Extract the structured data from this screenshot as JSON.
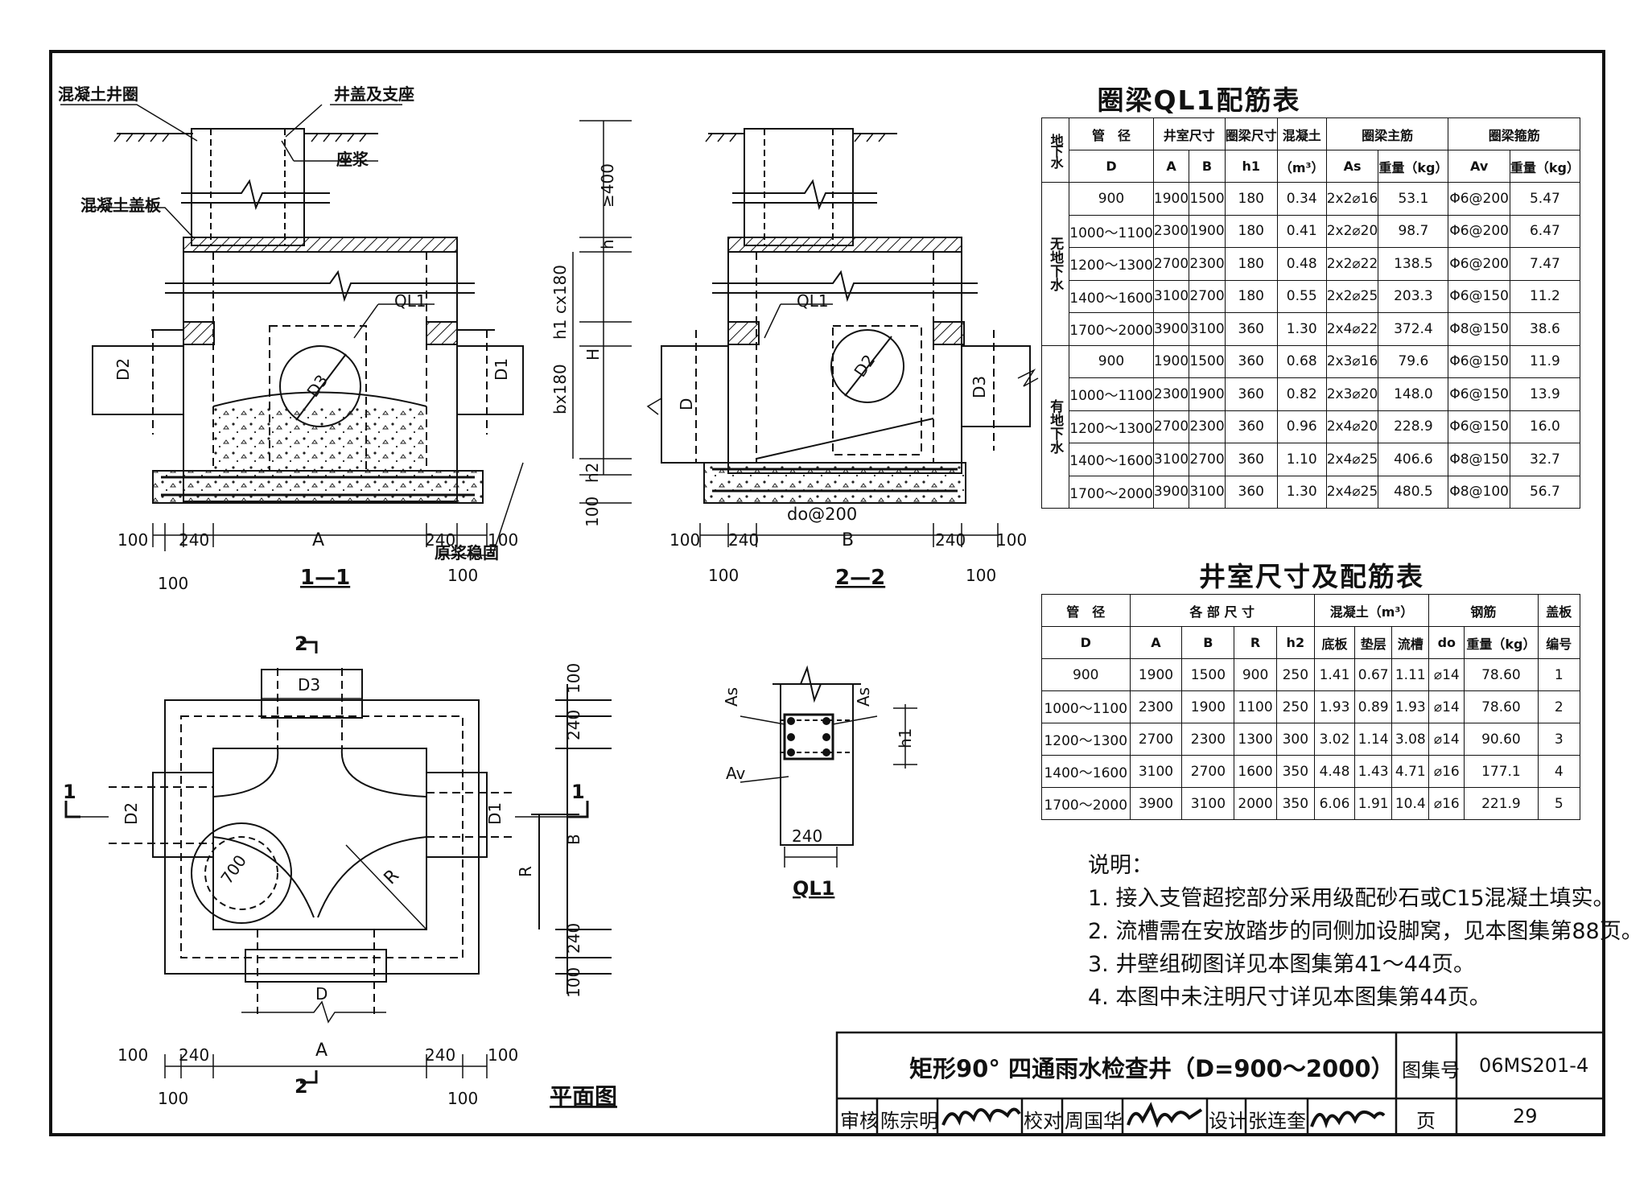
{
  "labels": {
    "well_ring": "混凝土井圈",
    "cover_and_seat": "井盖及支座",
    "mortar_seat": "座浆",
    "cover_slab": "混凝土盖板",
    "ring_beam": "QL1",
    "raw_mortar": "原浆稳固",
    "stirrup_mark": "do@200",
    "dim_gt400": "≥400",
    "dim_h": "h",
    "dim_cx180": "cx180",
    "dim_h1": "h1",
    "dim_H": "H",
    "dim_bx180": "bx180",
    "dim_h2": "h2",
    "dim_100": "100",
    "dim_240": "240",
    "dim_A": "A",
    "dim_B": "B",
    "dim_R": "R",
    "dim_700": "700",
    "D": "D",
    "D1": "D1",
    "D2": "D2",
    "D3": "D3",
    "As": "As",
    "Av": "Av",
    "section_1_1": "1—1",
    "section_2_2": "2—2",
    "sec_mark_1": "1",
    "sec_mark_2": "2",
    "plan_view": "平面图",
    "ql1_title": "QL1"
  },
  "table1": {
    "title": "圈梁QL1配筋表",
    "head1": [
      "地下水",
      "管　径",
      "井室尺寸",
      "圈梁尺寸",
      "混凝土",
      "圈梁主筋",
      "圈梁箍筋"
    ],
    "head2": [
      "D",
      "A",
      "B",
      "h1",
      "（m³）",
      "As",
      "重量（kg）",
      "Av",
      "重量（kg）"
    ],
    "groups": [
      "无地下水",
      "有地下水"
    ],
    "rows": [
      [
        "900",
        "1900",
        "1500",
        "180",
        "0.34",
        "2x2⌀16",
        "53.1",
        "Φ6@200",
        "5.47"
      ],
      [
        "1000～1100",
        "2300",
        "1900",
        "180",
        "0.41",
        "2x2⌀20",
        "98.7",
        "Φ6@200",
        "6.47"
      ],
      [
        "1200～1300",
        "2700",
        "2300",
        "180",
        "0.48",
        "2x2⌀22",
        "138.5",
        "Φ6@200",
        "7.47"
      ],
      [
        "1400～1600",
        "3100",
        "2700",
        "180",
        "0.55",
        "2x2⌀25",
        "203.3",
        "Φ6@150",
        "11.2"
      ],
      [
        "1700～2000",
        "3900",
        "3100",
        "360",
        "1.30",
        "2x4⌀22",
        "372.4",
        "Φ8@150",
        "38.6"
      ],
      [
        "900",
        "1900",
        "1500",
        "360",
        "0.68",
        "2x3⌀16",
        "79.6",
        "Φ6@150",
        "11.9"
      ],
      [
        "1000～1100",
        "2300",
        "1900",
        "360",
        "0.82",
        "2x3⌀20",
        "148.0",
        "Φ6@150",
        "13.9"
      ],
      [
        "1200～1300",
        "2700",
        "2300",
        "360",
        "0.96",
        "2x4⌀20",
        "228.9",
        "Φ6@150",
        "16.0"
      ],
      [
        "1400～1600",
        "3100",
        "2700",
        "360",
        "1.10",
        "2x4⌀25",
        "406.6",
        "Φ8@150",
        "32.7"
      ],
      [
        "1700～2000",
        "3900",
        "3100",
        "360",
        "1.30",
        "2x4⌀25",
        "480.5",
        "Φ8@100",
        "56.7"
      ]
    ]
  },
  "table2": {
    "title": "井室尺寸及配筋表",
    "head1": [
      "管　径",
      "各 部 尺 寸",
      "混凝土（m³）",
      "钢筋",
      "盖板"
    ],
    "head2": [
      "D",
      "A",
      "B",
      "R",
      "h2",
      "底板",
      "垫层",
      "流槽",
      "do",
      "重量（kg）",
      "编号"
    ],
    "rows": [
      [
        "900",
        "1900",
        "1500",
        "900",
        "250",
        "1.41",
        "0.67",
        "1.11",
        "⌀14",
        "78.60",
        "1"
      ],
      [
        "1000～1100",
        "2300",
        "1900",
        "1100",
        "250",
        "1.93",
        "0.89",
        "1.93",
        "⌀14",
        "78.60",
        "2"
      ],
      [
        "1200～1300",
        "2700",
        "2300",
        "1300",
        "300",
        "3.02",
        "1.14",
        "3.08",
        "⌀14",
        "90.60",
        "3"
      ],
      [
        "1400～1600",
        "3100",
        "2700",
        "1600",
        "350",
        "4.48",
        "1.43",
        "4.71",
        "⌀16",
        "177.1",
        "4"
      ],
      [
        "1700～2000",
        "3900",
        "3100",
        "2000",
        "350",
        "6.06",
        "1.91",
        "10.4",
        "⌀16",
        "221.9",
        "5"
      ]
    ]
  },
  "notes": {
    "title": "说明：",
    "items": [
      "1. 接入支管超挖部分采用级配砂石或C15混凝土填实。",
      "2. 流槽需在安放踏步的同侧加设脚窝，见本图集第88页。",
      "3. 井壁组砌图详见本图集第41～44页。",
      "4. 本图中未注明尺寸详见本图集第44页。"
    ]
  },
  "title_block": {
    "title": "矩形90° 四通雨水检查井（D=900～2000）",
    "atlas_label": "图集号",
    "atlas_no": "06MS201-4",
    "review_label": "审核",
    "reviewer": "陈宗明",
    "check_label": "校对",
    "checker": "周国华",
    "design_label": "设计",
    "designer": "张连奎",
    "page_label": "页",
    "page_no": "29"
  }
}
